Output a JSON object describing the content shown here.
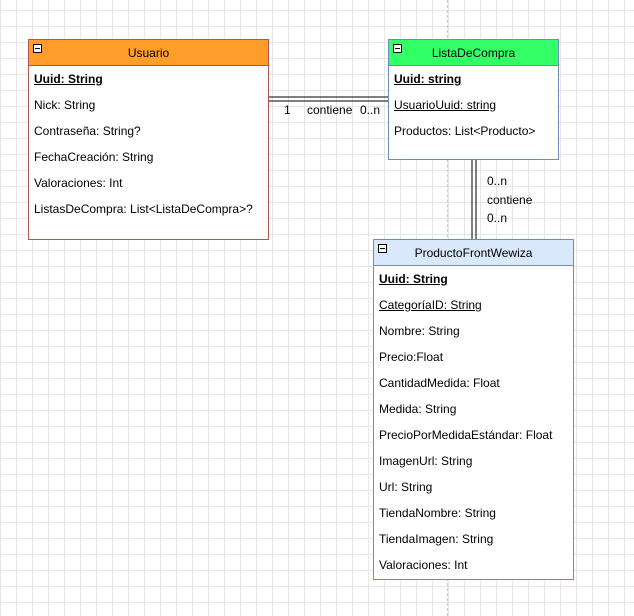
{
  "colors": {
    "usuario_header": "#ff9d2b",
    "usuario_border": "#b85450",
    "lista_header": "#33ff66",
    "lista_border": "#6c8ebf",
    "producto_header": "#dae8fc",
    "producto_border": "#6c8ebf"
  },
  "classes": {
    "usuario": {
      "name": "Usuario",
      "attributes": [
        "Uuid: String",
        "Nick: String",
        "Contraseña: String?",
        "FechaCreación: String",
        "Valoraciones: Int",
        "ListasDeCompra: List<ListaDeCompra>?"
      ]
    },
    "lista": {
      "name": "ListaDeCompra",
      "attributes": [
        "Uuid: string",
        "UsuarioUuid: string",
        "Productos: List<Producto>"
      ]
    },
    "producto": {
      "name": "ProductoFrontWewiza",
      "attributes": [
        "Uuid: String",
        "CategoríaID: String",
        "Nombre: String",
        "Precio:Float",
        "CantidadMedida: Float",
        "Medida: String",
        "PrecioPorMedidaEstándar: Float",
        "ImagenUrl: String",
        "Url: String",
        "TiendaNombre: String",
        "TiendaImagen: String",
        "Valoraciones: Int"
      ]
    }
  },
  "associations": {
    "usuario_lista": {
      "source_multiplicity": "1",
      "label": "contiene",
      "target_multiplicity": "0..n"
    },
    "lista_producto": {
      "source_multiplicity": "0..n",
      "label": "contiene",
      "target_multiplicity": "0..n"
    }
  }
}
